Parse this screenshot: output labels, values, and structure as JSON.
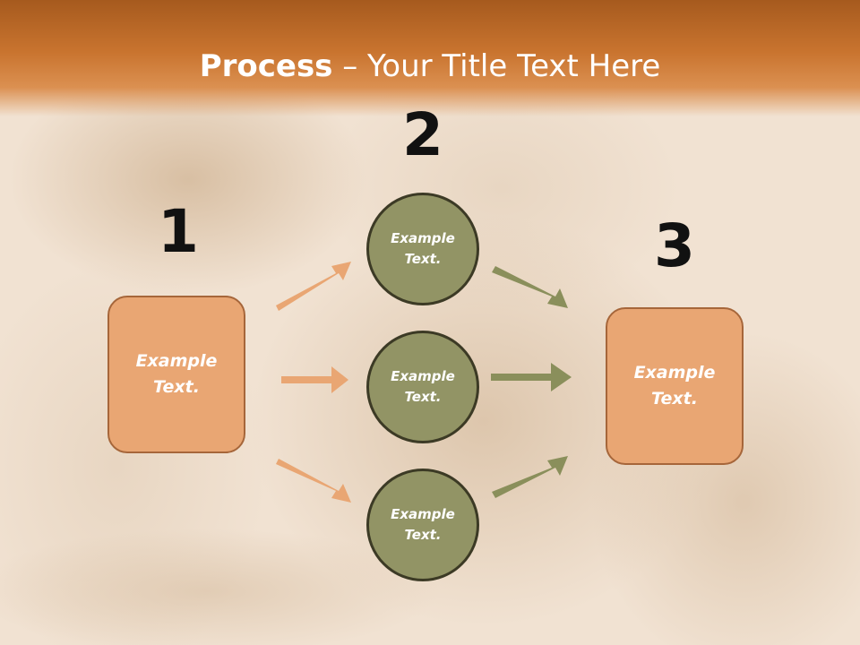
{
  "title": {
    "bold": "Process",
    "rest": " – Your Title Text Here"
  },
  "steps": {
    "one": {
      "number": "1",
      "label": "Example\nText."
    },
    "two": {
      "number": "2",
      "items": [
        {
          "label": "Example\nText."
        },
        {
          "label": "Example\nText."
        },
        {
          "label": "Example\nText."
        }
      ]
    },
    "three": {
      "number": "3",
      "label": "Example\nText."
    }
  },
  "colors": {
    "title_bar": "#c9742f",
    "box_fill": "#e9a673",
    "box_border": "#a6663a",
    "circle_fill": "#929465",
    "circle_border": "#3c3a25",
    "left_arrow": "#e9a673",
    "right_arrow": "#8a8f5b"
  }
}
